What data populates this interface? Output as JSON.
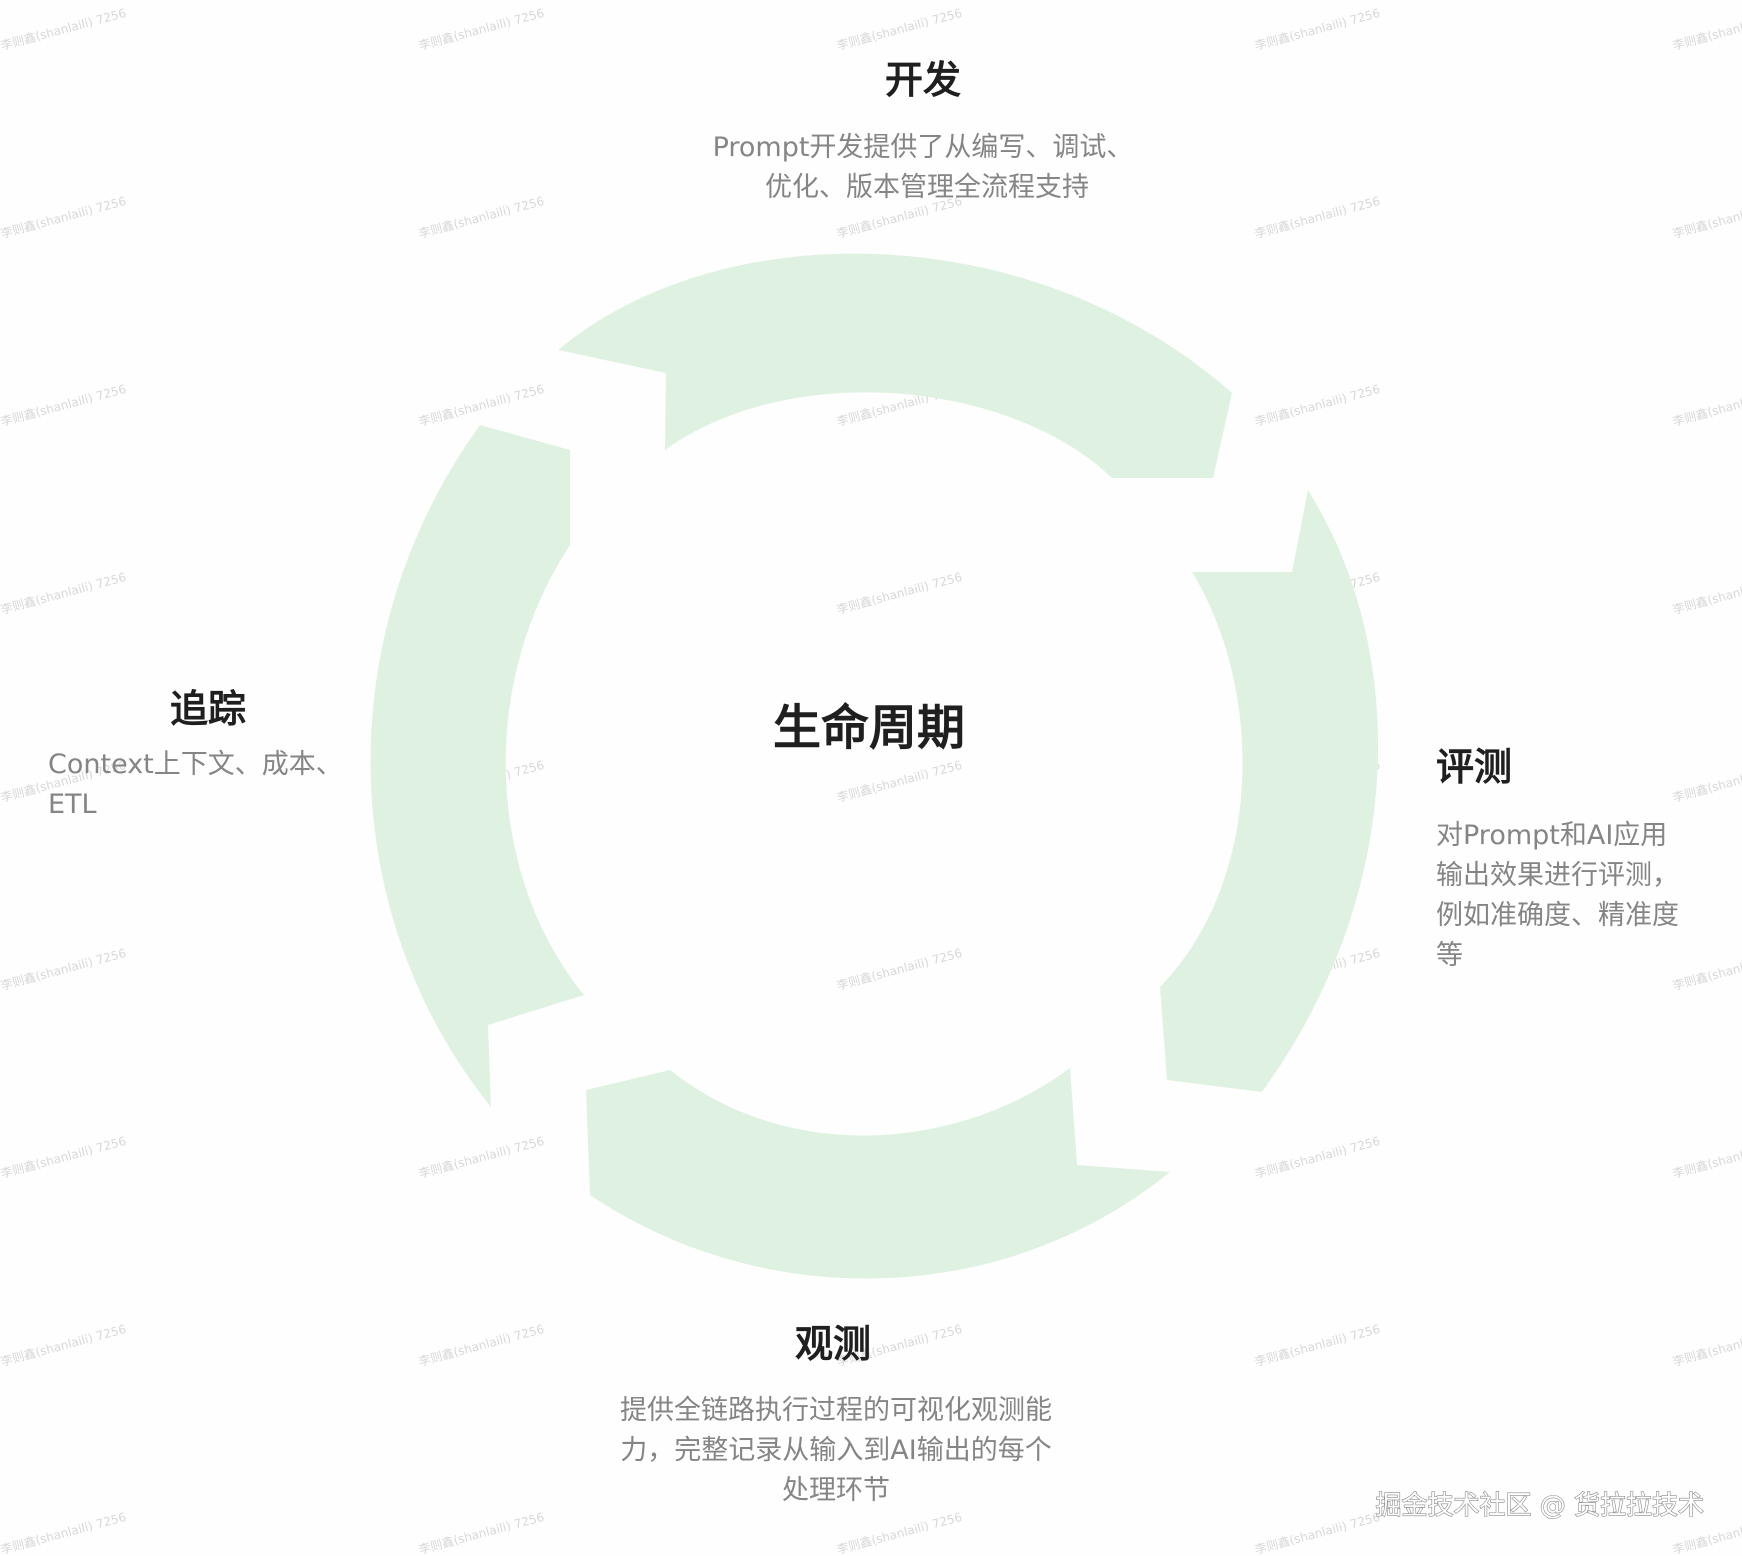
{
  "center_label": "生命周期",
  "stages": {
    "develop": {
      "title": "开发",
      "desc_lines": [
        "Prompt开发提供了从编写、调试、",
        "优化、版本管理全流程支持"
      ]
    },
    "evaluate": {
      "title": "评测",
      "desc_lines": [
        "对Prompt和AI应用",
        "输出效果进行评测，",
        "例如准确度、精准度",
        "等"
      ]
    },
    "observe": {
      "title": "观测",
      "desc_lines": [
        "提供全链路执行过程的可视化观测能",
        "力，完整记录从输入到AI输出的每个",
        "处理环节"
      ]
    },
    "trace": {
      "title": "追踪",
      "desc_lines": [
        "Context上下文、成本、",
        "ETL"
      ]
    }
  },
  "credit": "掘金技术社区 @ 货拉拉技术",
  "watermark": "李则鑫(shanlaili) 7256",
  "colors": {
    "arrow_fill": "#dff2e1",
    "title": "#1f1f1f",
    "description": "#858585",
    "background": "#fdfefd"
  }
}
